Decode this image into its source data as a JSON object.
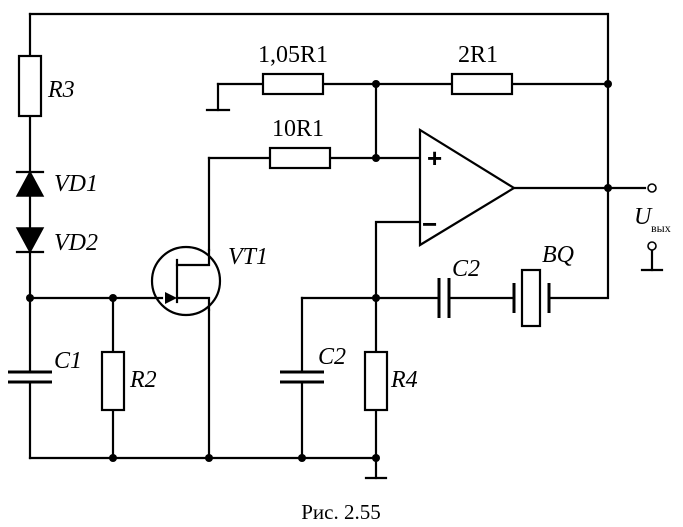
{
  "caption": "Рис. 2.55",
  "components": {
    "r3": "R3",
    "vd1": "VD1",
    "vd2": "VD2",
    "vt1": "VT1",
    "c1": "C1",
    "r2": "R2",
    "r1a": "1,05R1",
    "r1b": "2R1",
    "r1c": "10R1",
    "c2a": "C2",
    "c2b": "C2",
    "bq": "BQ",
    "r4": "R4"
  },
  "opamp": {
    "plus": "+",
    "minus": "−"
  },
  "output": {
    "label": "U",
    "sub": "вых"
  }
}
